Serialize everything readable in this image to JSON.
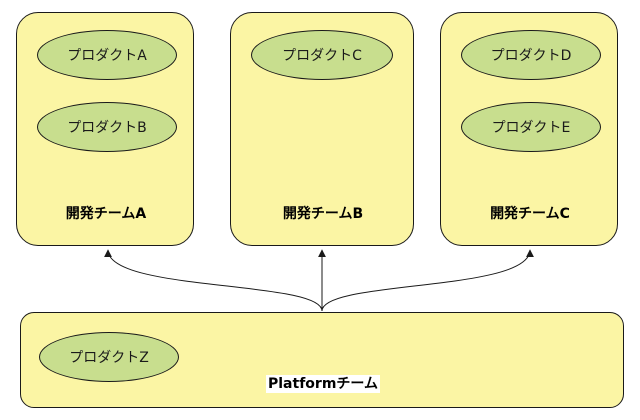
{
  "teams": [
    {
      "label": "開発チームA",
      "products": [
        "プロダクトA",
        "プロダクトB"
      ]
    },
    {
      "label": "開発チームB",
      "products": [
        "プロダクトC"
      ]
    },
    {
      "label": "開発チームC",
      "products": [
        "プロダクトD",
        "プロダクトE"
      ]
    }
  ],
  "platform": {
    "label": "Platformチーム",
    "products": [
      "プロダクトZ"
    ]
  },
  "colors": {
    "team_fill": "#fbf5a4",
    "product_fill": "#c8de8e",
    "stroke": "#1a1a1a"
  }
}
